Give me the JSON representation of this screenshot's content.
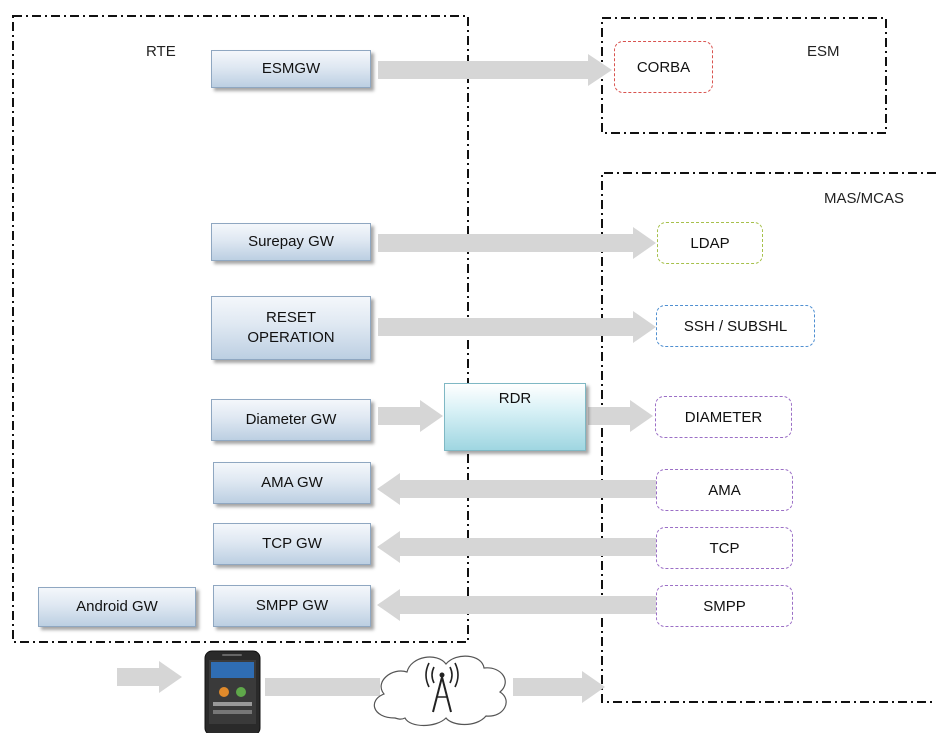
{
  "zones": {
    "rte": "RTE",
    "esm": "ESM",
    "mas": "MAS/MCAS"
  },
  "gateways": {
    "esmgw": "ESMGW",
    "surepay": "Surepay GW",
    "reset_line1": "RESET",
    "reset_line2": "OPERATION",
    "diameter": "Diameter GW",
    "ama": "AMA GW",
    "tcp": "TCP GW",
    "smpp": "SMPP GW",
    "android": "Android GW"
  },
  "rdr": "RDR",
  "protocols": {
    "corba": "CORBA",
    "ldap": "LDAP",
    "ssh": "SSH / SUBSHL",
    "diameter": "DIAMETER",
    "ama": "AMA",
    "tcp": "TCP",
    "smpp": "SMPP"
  },
  "colors": {
    "corba_border": "#d9534f",
    "ldap_border": "#a6c04b",
    "ssh_border": "#4f8fd1",
    "purple_border": "#9b6fc6",
    "arrow_fill": "#d6d6d6",
    "gw_gradient_bottom": "#bccfe2",
    "rdr_gradient_bottom": "#9fd6e1"
  },
  "icons": {
    "phone": "smartphone-icon",
    "network": "cloud-antenna-icon"
  }
}
